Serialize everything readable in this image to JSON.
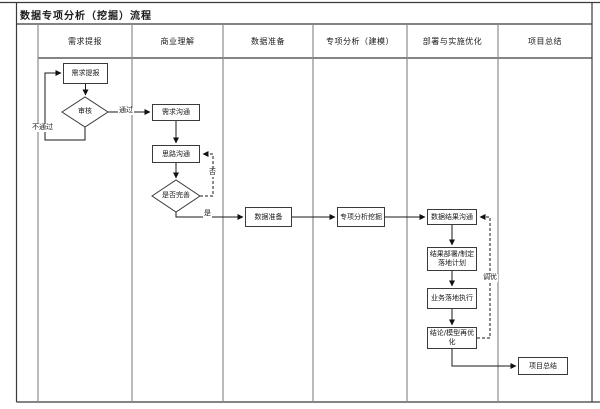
{
  "title": "数据专项分析（挖掘）流程",
  "lanes": [
    {
      "label": "需求提报"
    },
    {
      "label": "商业理解"
    },
    {
      "label": "数据准备"
    },
    {
      "label": "专项分析（建模）"
    },
    {
      "label": "部署与实施优化"
    },
    {
      "label": "项目总结"
    }
  ],
  "nodes": {
    "demand_submit": {
      "label": "需求提报",
      "type": "process"
    },
    "review": {
      "label": "审核",
      "type": "decision"
    },
    "demand_comm": {
      "label": "需求沟通",
      "type": "process"
    },
    "idea_comm": {
      "label": "思路沟通",
      "type": "process"
    },
    "is_complete": {
      "label": "是否完善",
      "type": "decision"
    },
    "data_prep": {
      "label": "数据准备",
      "type": "process"
    },
    "special_analysis": {
      "label": "专项分析挖掘",
      "type": "process"
    },
    "result_comm": {
      "label": "数据结果沟通",
      "type": "process"
    },
    "deploy_plan": {
      "label": "结果部署/制定落地计划",
      "type": "process"
    },
    "business_exec": {
      "label": "业务落地执行",
      "type": "process"
    },
    "conclusion_opt": {
      "label": "结论/模型再优化",
      "type": "process"
    },
    "project_summary": {
      "label": "项目总结",
      "type": "process"
    }
  },
  "edge_labels": {
    "pass": "通过",
    "fail": "不通过",
    "no": "否",
    "yes": "是",
    "tune": "调优"
  },
  "colors": {
    "line": "#3a3a3a",
    "lane_divider": "#8c8c8c",
    "background": "#ffffff",
    "text": "#1a1a1a"
  }
}
